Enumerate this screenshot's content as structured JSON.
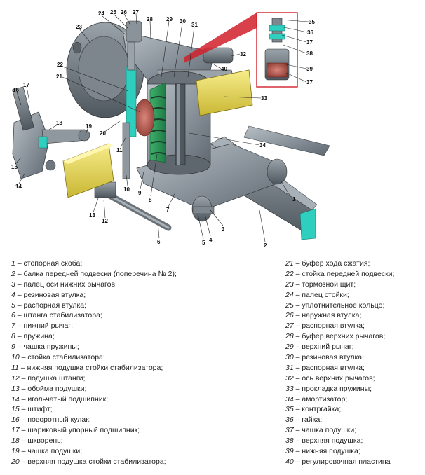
{
  "callouts": [
    "1",
    "2",
    "3",
    "4",
    "5",
    "6",
    "7",
    "8",
    "9",
    "10",
    "11",
    "12",
    "13",
    "14",
    "15",
    "16",
    "17",
    "18",
    "19",
    "20",
    "21",
    "22",
    "23",
    "24",
    "25",
    "26",
    "27",
    "28",
    "29",
    "30",
    "31",
    "32",
    "33",
    "34",
    "35",
    "36",
    "37",
    "38",
    "39",
    "37",
    "40"
  ],
  "legend": {
    "left": [
      {
        "num": "1",
        "text": " – стопорная скоба;"
      },
      {
        "num": "2",
        "text": " – балка передней подвески (поперечина № 2);"
      },
      {
        "num": "3",
        "text": " – палец оси нижних рычагов;"
      },
      {
        "num": "4",
        "text": " – резиновая втулка;"
      },
      {
        "num": "5",
        "text": " – распорная втулка;"
      },
      {
        "num": "6",
        "text": " – штанга стабилизатора;"
      },
      {
        "num": "7",
        "text": " – нижний рычаг;"
      },
      {
        "num": "8",
        "text": " – пружина;"
      },
      {
        "num": "9",
        "text": " – чашка пружины;"
      },
      {
        "num": "10",
        "text": " – стойка стабилизатора;"
      },
      {
        "num": "11",
        "text": " – нижняя подушка стойки стабилизатора;"
      },
      {
        "num": "12",
        "text": " – подушка штанги;"
      },
      {
        "num": "13",
        "text": " – обойма подушки;"
      },
      {
        "num": "14",
        "text": " – игольчатый подшипник;"
      },
      {
        "num": "15",
        "text": " – штифт;"
      },
      {
        "num": "16",
        "text": " – поворотный кулак;"
      },
      {
        "num": "17",
        "text": " – шариковый упорный подшипник;"
      },
      {
        "num": "18",
        "text": " – шкворень;"
      },
      {
        "num": "19",
        "text": " – чашка подушки;"
      },
      {
        "num": "20",
        "text": " – верхняя подушка стойки стабилизатора;"
      }
    ],
    "right": [
      {
        "num": "21",
        "text": " – буфер хода сжатия;"
      },
      {
        "num": "22",
        "text": " – стойка передней подвески;"
      },
      {
        "num": "23",
        "text": " – тормозной щит;"
      },
      {
        "num": "24",
        "text": " – палец стойки;"
      },
      {
        "num": "25",
        "text": " – уплотнительное кольцо;"
      },
      {
        "num": "26",
        "text": " – наружная втулка;"
      },
      {
        "num": "27",
        "text": " – распорная втулка;"
      },
      {
        "num": "28",
        "text": " – буфер верхних рычагов;"
      },
      {
        "num": "29",
        "text": " – верхний рычаг;"
      },
      {
        "num": "30",
        "text": " – резиновая втулка;"
      },
      {
        "num": "31",
        "text": " – распорная втулка;"
      },
      {
        "num": "32",
        "text": " – ось верхних рычагов;"
      },
      {
        "num": "33",
        "text": " – прокладка пружины;"
      },
      {
        "num": "34",
        "text": " – амортизатор;"
      },
      {
        "num": "35",
        "text": " – контргайка;"
      },
      {
        "num": "36",
        "text": " – гайка;"
      },
      {
        "num": "37",
        "text": " – чашка подушки;"
      },
      {
        "num": "38",
        "text": " – верхняя подушка;"
      },
      {
        "num": "39",
        "text": " – нижняя подушка;"
      },
      {
        "num": "40",
        "text": " – регулировочная пластина"
      }
    ]
  }
}
